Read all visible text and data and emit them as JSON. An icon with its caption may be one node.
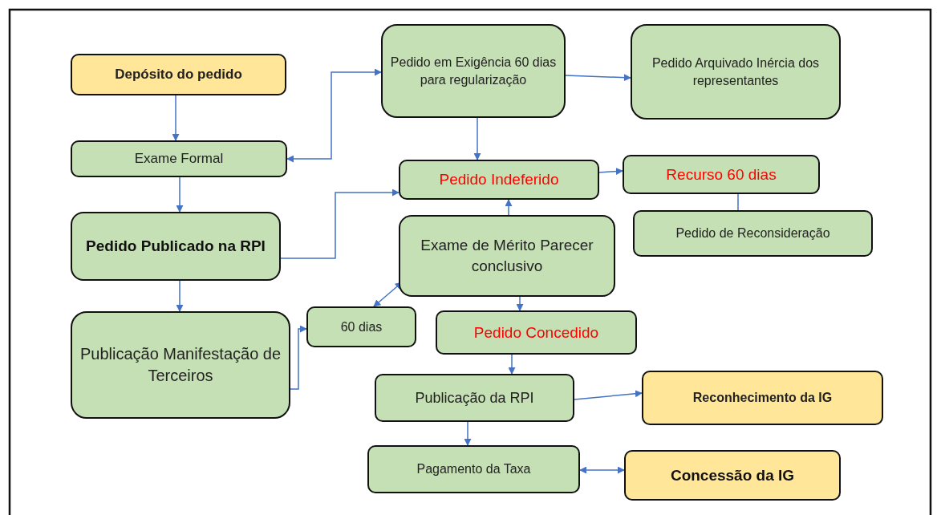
{
  "diagram": {
    "nodes": [
      {
        "text": [
          "Depósito do pedido"
        ]
      },
      {
        "text": [
          "Exame Formal"
        ]
      },
      {
        "text": [
          "Pedido Publicado na RPI"
        ]
      },
      {
        "text": [
          "Publicação Manifestação de Terceiros"
        ]
      },
      {
        "text": [
          "Pedido em Exigência 60 dias para regularização"
        ]
      },
      {
        "text": [
          "Pedido Arquivado Inércia dos representantes"
        ]
      },
      {
        "text": [
          "Pedido Indeferido"
        ]
      },
      {
        "text": [
          "Recurso 60 dias"
        ]
      },
      {
        "text": [
          "Pedido de Reconsideração"
        ]
      },
      {
        "text": [
          "Exame de Mérito Parecer conclusivo"
        ]
      },
      {
        "text": [
          "60 dias"
        ]
      },
      {
        "text": [
          "Pedido Concedido"
        ]
      },
      {
        "text": [
          "Publicação da RPI"
        ]
      },
      {
        "text": [
          "Reconhecimento da IG"
        ]
      },
      {
        "text": [
          "Pagamento da Taxa"
        ]
      },
      {
        "text": [
          "Concessão da IG"
        ]
      }
    ],
    "edges": [
      {
        "from": 0,
        "to": 1,
        "arrow": "to"
      },
      {
        "from": 1,
        "to": 2,
        "arrow": "to"
      },
      {
        "from": 2,
        "to": 3,
        "arrow": "to"
      },
      {
        "from": 1,
        "to": 4,
        "arrow": "both"
      },
      {
        "from": 4,
        "to": 5,
        "arrow": "to"
      },
      {
        "from": 4,
        "to": 6,
        "arrow": "to"
      },
      {
        "from": 2,
        "to": 6,
        "arrow": "to"
      },
      {
        "from": 6,
        "to": 7,
        "arrow": "to"
      },
      {
        "from": 7,
        "to": 8,
        "arrow": "none"
      },
      {
        "from": 9,
        "to": 6,
        "arrow": "to"
      },
      {
        "from": 9,
        "to": 10,
        "arrow": "both"
      },
      {
        "from": 3,
        "to": 10,
        "arrow": "to"
      },
      {
        "from": 9,
        "to": 11,
        "arrow": "to"
      },
      {
        "from": 11,
        "to": 12,
        "arrow": "to"
      },
      {
        "from": 12,
        "to": 13,
        "arrow": "to"
      },
      {
        "from": 12,
        "to": 14,
        "arrow": "to"
      },
      {
        "from": 14,
        "to": 15,
        "arrow": "both"
      }
    ]
  }
}
